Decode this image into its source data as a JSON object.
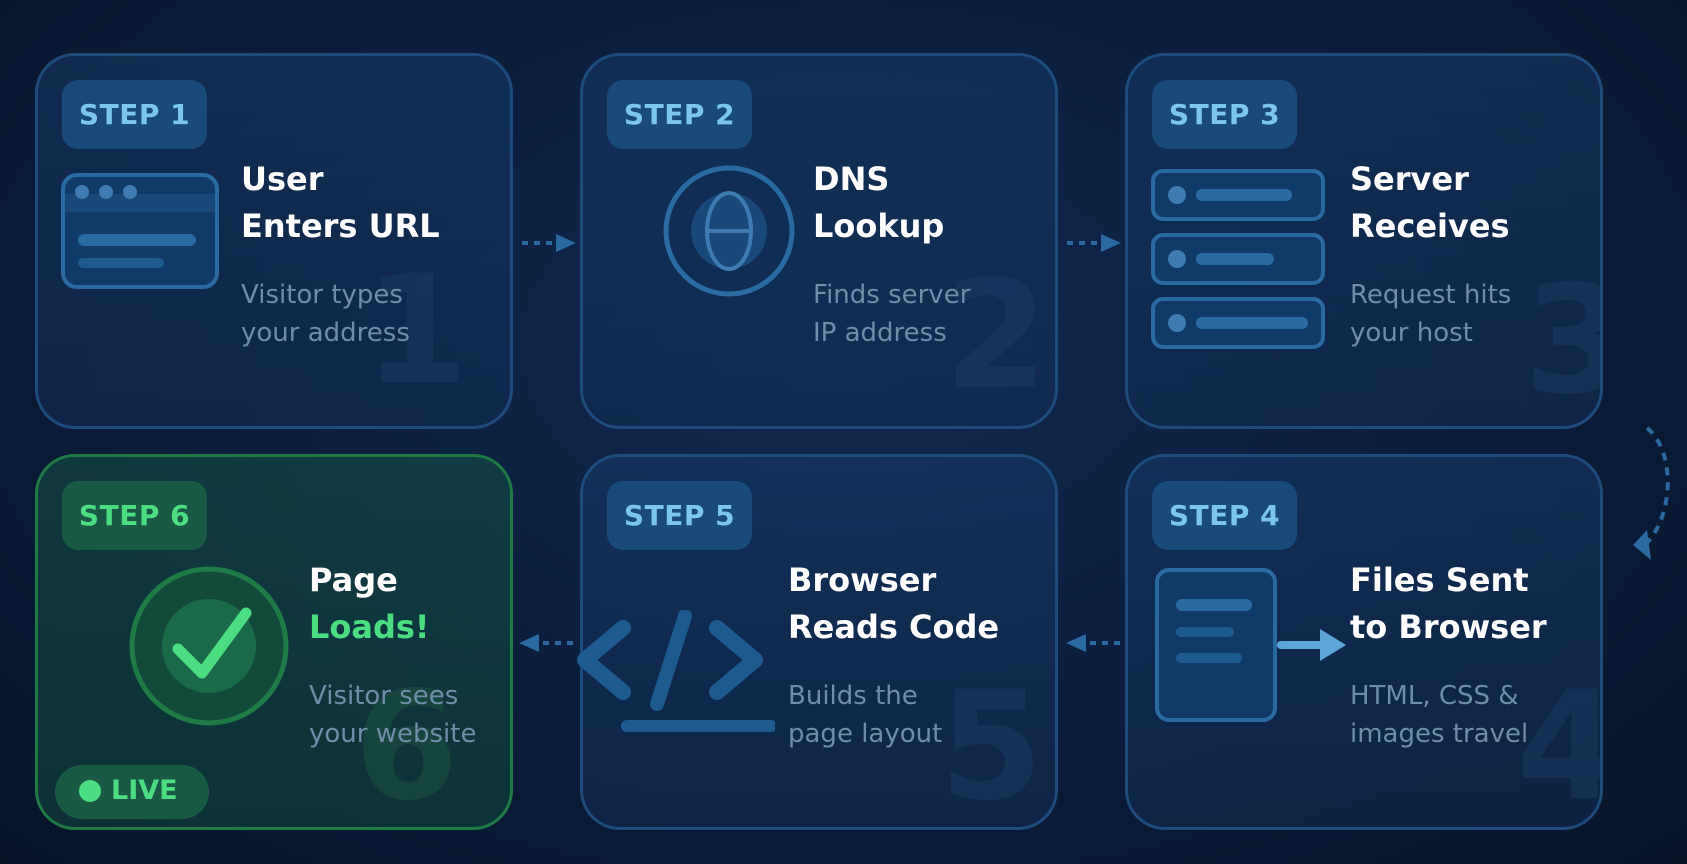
{
  "steps": [
    {
      "badge": "STEP 1",
      "number": "1",
      "title_line1": "User",
      "title_line2": "Enters URL",
      "desc_line1": "Visitor types",
      "desc_line2": "your address",
      "icon": "browser-window-icon"
    },
    {
      "badge": "STEP 2",
      "number": "2",
      "title_line1": "DNS",
      "title_line2": "Lookup",
      "desc_line1": "Finds server",
      "desc_line2": "IP address",
      "icon": "globe-icon"
    },
    {
      "badge": "STEP 3",
      "number": "3",
      "title_line1": "Server",
      "title_line2": "Receives",
      "desc_line1": "Request hits",
      "desc_line2": "your host",
      "icon": "server-stack-icon"
    },
    {
      "badge": "STEP 4",
      "number": "4",
      "title_line1": "Files Sent",
      "title_line2": "to Browser",
      "desc_line1": "HTML, CSS &",
      "desc_line2": "images travel",
      "icon": "document-send-icon"
    },
    {
      "badge": "STEP 5",
      "number": "5",
      "title_line1": "Browser",
      "title_line2": "Reads Code",
      "desc_line1": "Builds the",
      "desc_line2": "page layout",
      "icon": "code-brackets-icon"
    },
    {
      "badge": "STEP 6",
      "number": "6",
      "title_line1": "Page",
      "title_line2": "Loads!",
      "desc_line1": "Visitor sees",
      "desc_line2": "your website",
      "icon": "checkmark-icon"
    }
  ],
  "live_label": "LIVE",
  "colors": {
    "accent_blue": "#7cc6ea",
    "accent_green": "#4ade80",
    "card_border": "#1d4b7a",
    "connector": "#2a6aa0"
  }
}
